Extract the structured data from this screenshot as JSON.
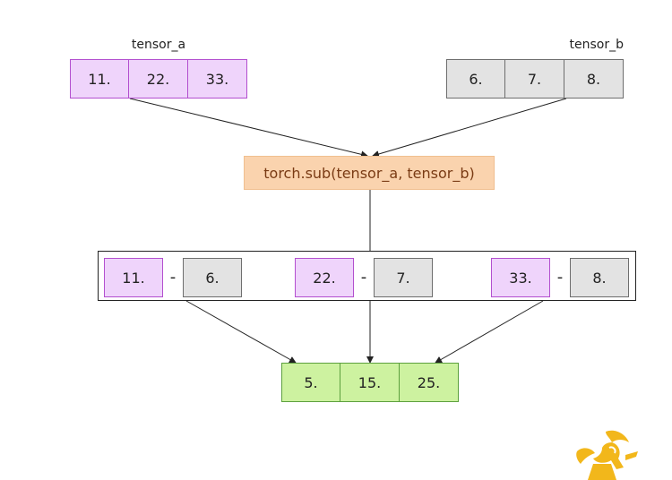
{
  "tensor_a": {
    "label": "tensor_a",
    "values": [
      "11.",
      "22.",
      "33."
    ]
  },
  "tensor_b": {
    "label": "tensor_b",
    "values": [
      "6.",
      "7.",
      "8."
    ]
  },
  "operation": "torch.sub(tensor_a, tensor_b)",
  "pairs": [
    {
      "a": "11.",
      "op": "-",
      "b": "6."
    },
    {
      "a": "22.",
      "op": "-",
      "b": "7."
    },
    {
      "a": "33.",
      "op": "-",
      "b": "8."
    }
  ],
  "result": {
    "values": [
      "5.",
      "15.",
      "25."
    ]
  },
  "colors": {
    "tensor_a_fill": "#efd4fb",
    "tensor_a_border": "#b34fcf",
    "tensor_b_fill": "#e3e3e3",
    "tensor_b_border": "#6e6e6e",
    "result_fill": "#cdf2a0",
    "result_border": "#5ca03e",
    "operation_fill": "#fad3ae",
    "operation_text": "#7a3b14",
    "logo": "#f2b71b"
  },
  "icons": {
    "logo": "pointing-figure-logo"
  }
}
